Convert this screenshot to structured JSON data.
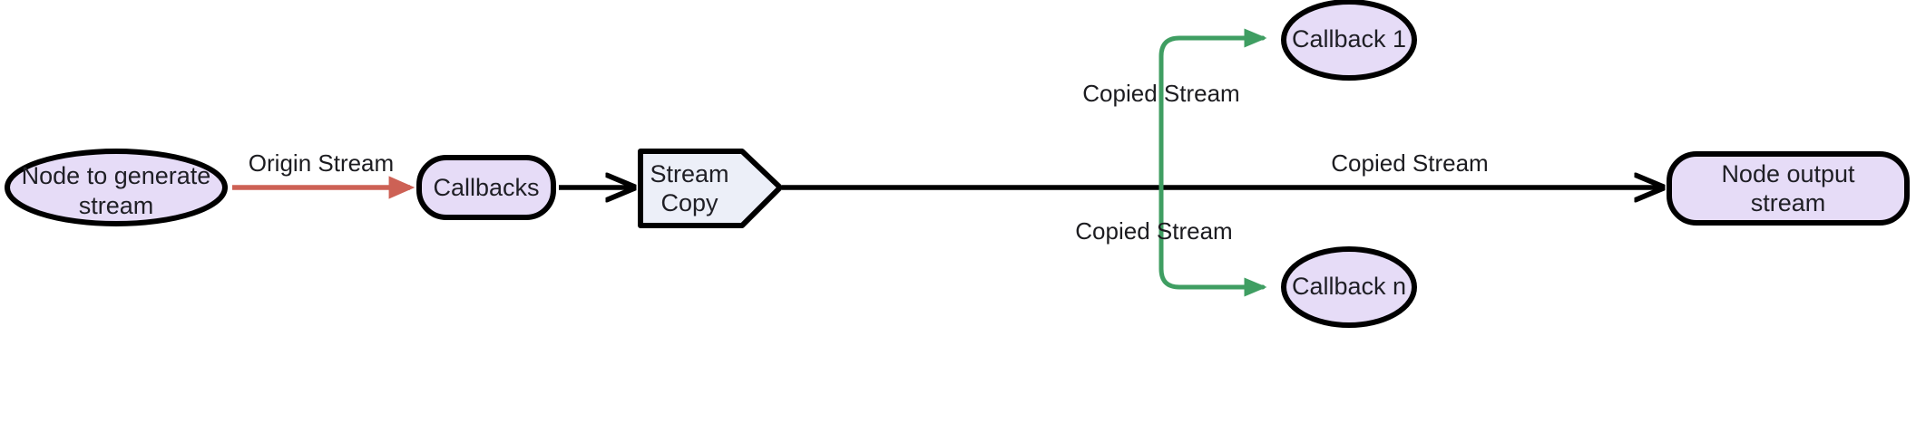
{
  "diagram": {
    "title": "Stream copy fan-out flow",
    "colors": {
      "node_fill_lavender": "#e6dcf7",
      "node_fill_blue": "#eceff8",
      "node_stroke": "#000000",
      "edge_red": "#cd6155",
      "edge_green": "#3f9e62",
      "edge_black": "#000000",
      "text": "#1f1f25",
      "background": "#ffffff"
    },
    "nodes": [
      {
        "id": "source",
        "label": "Node to generate stream",
        "shape": "ellipse",
        "fill": "#e6dcf7"
      },
      {
        "id": "callbacks",
        "label": "Callbacks",
        "shape": "rounded-rect",
        "fill": "#e6dcf7"
      },
      {
        "id": "streamcopy",
        "label": "Stream Copy",
        "shape": "pentagon-arrow",
        "fill": "#eceff8"
      },
      {
        "id": "callback1",
        "label": "Callback 1",
        "shape": "ellipse",
        "fill": "#e6dcf7"
      },
      {
        "id": "callbackn",
        "label": "Callback n",
        "shape": "ellipse",
        "fill": "#e6dcf7"
      },
      {
        "id": "output",
        "label": "Node output stream",
        "shape": "rounded-rect",
        "fill": "#e6dcf7"
      }
    ],
    "node_labels": {
      "source_line1": "Node to generate",
      "source_line2": "stream",
      "callbacks": "Callbacks",
      "streamcopy_line1": "Stream",
      "streamcopy_line2": "Copy",
      "callback1": "Callback 1",
      "callbackn": "Callback n",
      "output_line1": "Node output",
      "output_line2": "stream"
    },
    "edges": [
      {
        "id": "e1",
        "from": "source",
        "to": "callbacks",
        "label": "Origin Stream",
        "color": "#cd6155"
      },
      {
        "id": "e2",
        "from": "callbacks",
        "to": "streamcopy",
        "label": "",
        "color": "#000000"
      },
      {
        "id": "e3",
        "from": "streamcopy",
        "to": "callback1",
        "label": "Copied Stream",
        "color": "#3f9e62"
      },
      {
        "id": "e4",
        "from": "streamcopy",
        "to": "output",
        "label": "Copied Stream",
        "color": "#000000"
      },
      {
        "id": "e5",
        "from": "streamcopy",
        "to": "callbackn",
        "label": "Copied Stream",
        "color": "#3f9e62"
      }
    ],
    "edge_labels": {
      "origin_stream": "Origin Stream",
      "copied_stream_top": "Copied Stream",
      "copied_stream_middle": "Copied Stream",
      "copied_stream_bottom": "Copied Stream"
    }
  }
}
